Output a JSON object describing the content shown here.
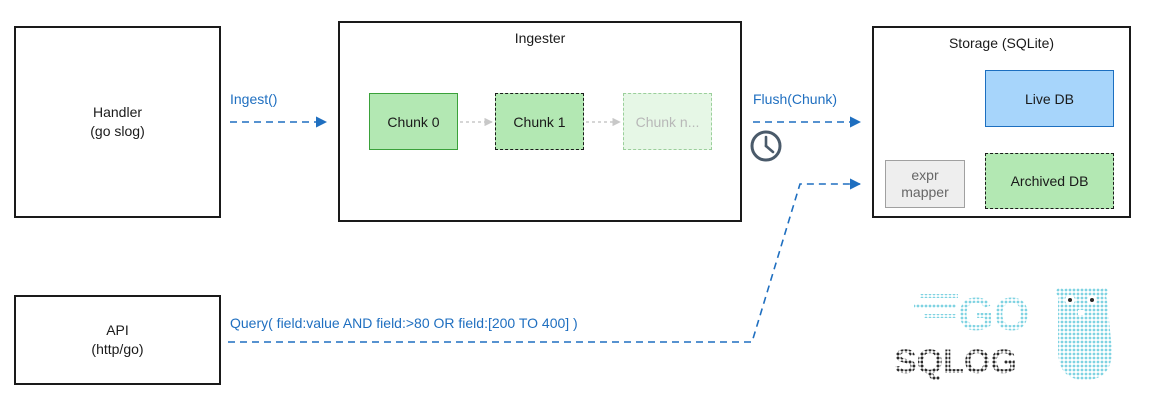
{
  "handler": {
    "line1": "Handler",
    "line2": "(go slog)"
  },
  "api": {
    "line1": "API",
    "line2": "(http/go)"
  },
  "ingester": {
    "title": "Ingester",
    "chunks": [
      "Chunk 0",
      "Chunk 1",
      "Chunk n..."
    ]
  },
  "storage": {
    "title": "Storage (SQLite)",
    "live_db": "Live DB",
    "archived_db": "Archived DB",
    "expr_mapper_line1": "expr",
    "expr_mapper_line2": "mapper"
  },
  "edges": {
    "ingest": "Ingest()",
    "flush": "Flush(Chunk)",
    "query": "Query( field:value AND field:>80 OR field:[200 TO 400]  )"
  },
  "logo": {
    "text_top": "GO",
    "text_bottom": "SQLOG"
  },
  "colors": {
    "edge_blue": "#1f6fc0",
    "chunk_green": "#b3e8b3",
    "chunk_green_border": "#3aa13a",
    "live_db_fill": "#a7d5fb",
    "live_db_border": "#1c6fc0",
    "logo_cyan": "#7fd3e2",
    "logo_dark": "#2a2a2a"
  },
  "icons": {
    "timer": "clock-icon"
  }
}
